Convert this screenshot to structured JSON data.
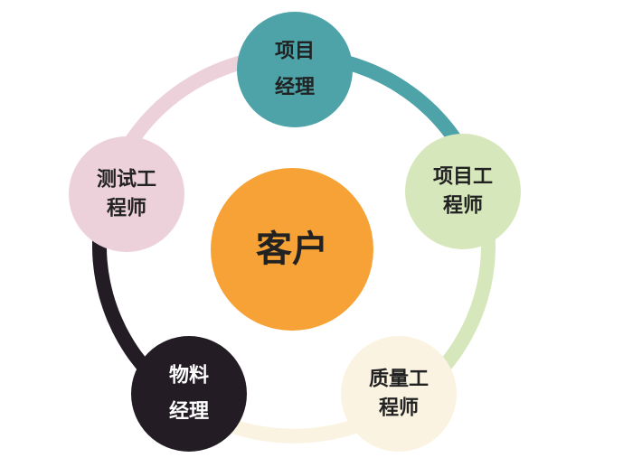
{
  "center": {
    "label": "客户",
    "color": "#f7a236",
    "text_color": "#222222"
  },
  "nodes": [
    {
      "id": "project-manager",
      "lines": [
        "项目",
        "经理"
      ],
      "color": "#4da3a8",
      "text_color": "#222222"
    },
    {
      "id": "project-engineer",
      "lines": [
        "项目工",
        "程师"
      ],
      "color": "#d7e7bc",
      "text_color": "#222222"
    },
    {
      "id": "quality-engineer",
      "lines": [
        "质量工",
        "程师"
      ],
      "color": "#fbf3e1",
      "text_color": "#222222"
    },
    {
      "id": "material-manager",
      "lines": [
        "物料",
        "经理"
      ],
      "color": "#231c24",
      "text_color": "#ffffff"
    },
    {
      "id": "test-engineer",
      "lines": [
        "测试工",
        "程师"
      ],
      "color": "#edd1da",
      "text_color": "#222222"
    }
  ],
  "ring_segments": [
    {
      "from": "project-manager",
      "to": "project-engineer",
      "color": "#4da3a8"
    },
    {
      "from": "project-engineer",
      "to": "quality-engineer",
      "color": "#d7e7bc"
    },
    {
      "from": "quality-engineer",
      "to": "material-manager",
      "color": "#fbf3e1"
    },
    {
      "from": "material-manager",
      "to": "test-engineer",
      "color": "#231c24"
    },
    {
      "from": "test-engineer",
      "to": "project-manager",
      "color": "#edd1da"
    }
  ]
}
